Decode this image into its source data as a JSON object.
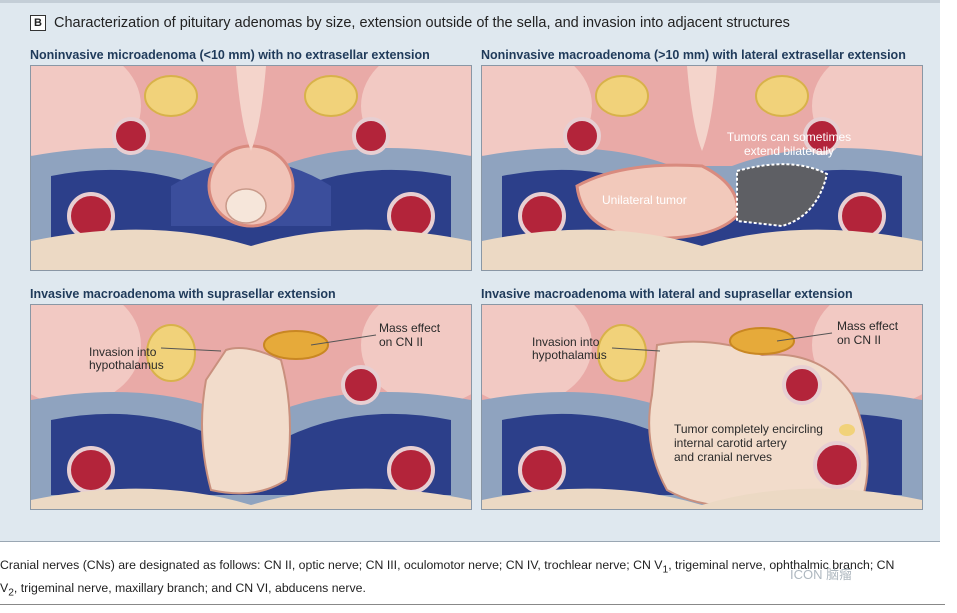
{
  "panel": {
    "letter": "B",
    "title": "Characterization of pituitary adenomas by size, extension outside of the sella, and invasion into adjacent structures"
  },
  "quadrants": [
    {
      "title": "Noninvasive microadenoma (<10 mm) with no extrasellar extension",
      "labels": []
    },
    {
      "title": "Noninvasive macroadenoma (>10 mm) with lateral extrasellar extension",
      "labels": [
        "Unilateral tumor",
        "Tumors can sometimes",
        "extend bilaterally"
      ]
    },
    {
      "title": "Invasive macroadenoma with suprasellar extension",
      "labels": [
        "Invasion into",
        "hypothalamus",
        "Mass effect",
        "on CN II"
      ]
    },
    {
      "title": "Invasive macroadenoma with lateral and suprasellar extension",
      "labels": [
        "Invasion into",
        "hypothalamus",
        "Mass effect",
        "on CN II",
        "Tumor completely encircling",
        "internal carotid artery",
        "and cranial nerves"
      ]
    }
  ],
  "caption": {
    "line1": "Cranial nerves (CNs) are designated as follows: CN II, optic nerve; CN III, oculomotor nerve; CN IV, trochlear nerve; CN V",
    "line1_sub": "1",
    "line1_end": ", trigeminal nerve, ophthalmic branch; CN",
    "line2_start": "V",
    "line2_sub": "2",
    "line2_end": ", trigeminal nerve, maxillary branch; and CN VI, abducens nerve."
  },
  "watermark": "ICON 脑瘤"
}
